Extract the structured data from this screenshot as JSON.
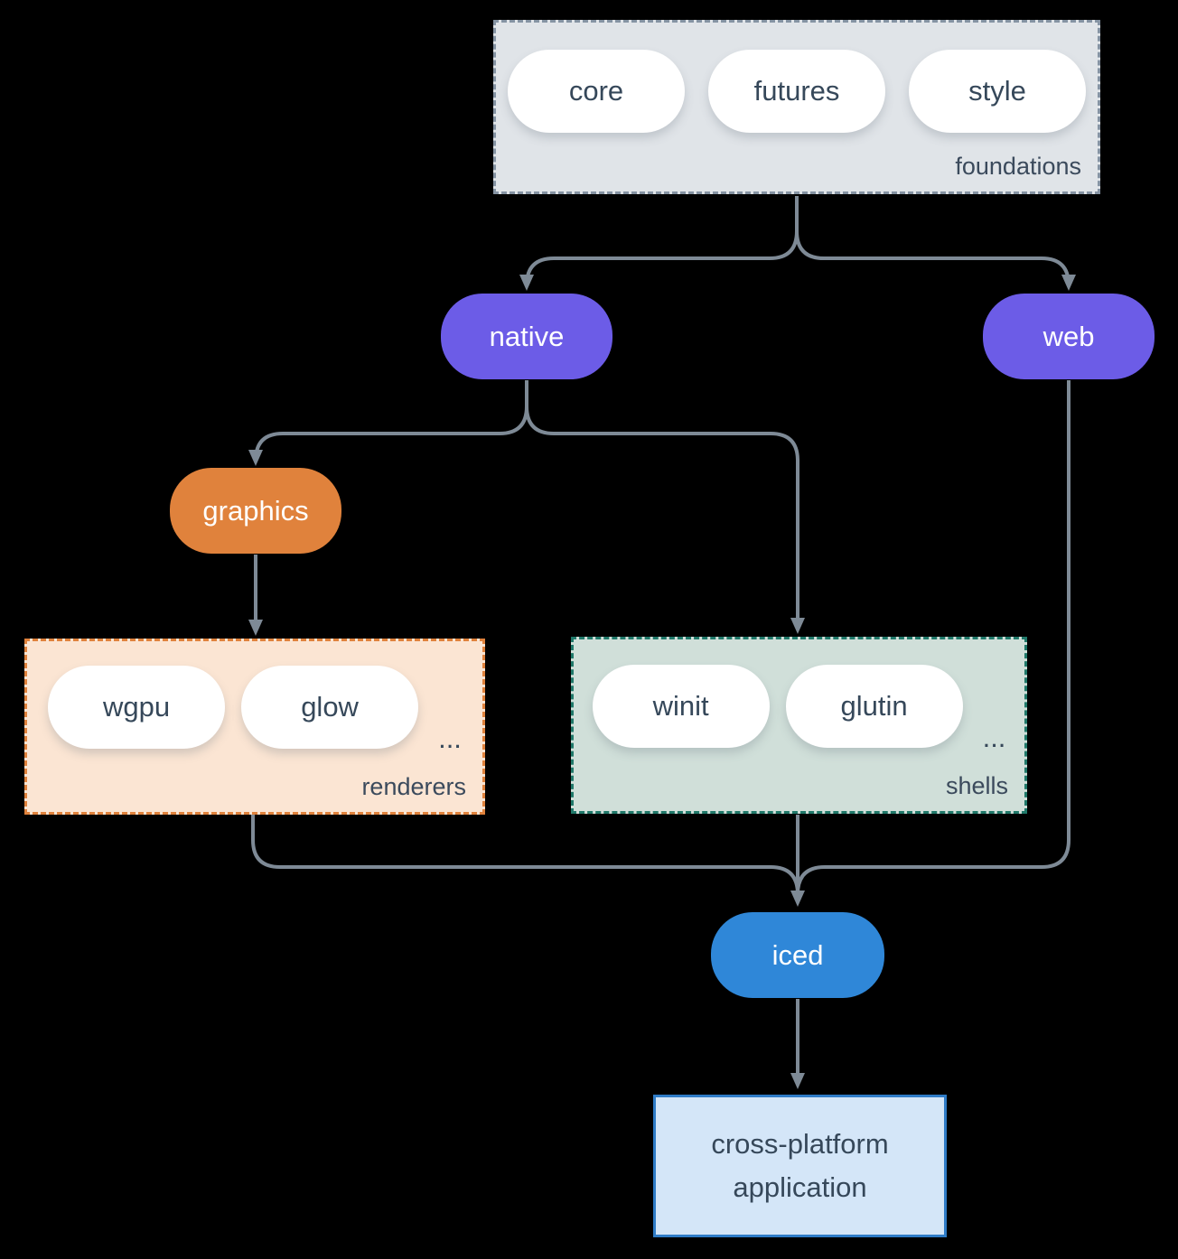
{
  "foundations": {
    "label": "foundations",
    "pills": [
      "core",
      "futures",
      "style"
    ]
  },
  "native": {
    "label": "native"
  },
  "web": {
    "label": "web"
  },
  "graphics": {
    "label": "graphics"
  },
  "renderers": {
    "label": "renderers",
    "pills": [
      "wgpu",
      "glow"
    ],
    "more": "..."
  },
  "shells": {
    "label": "shells",
    "pills": [
      "winit",
      "glutin"
    ],
    "more": "..."
  },
  "iced": {
    "label": "iced"
  },
  "application": {
    "label": "cross-platform application"
  },
  "colors": {
    "background": "#000000",
    "connector": "#7e8a96",
    "node_purple": "#6c5ce7",
    "node_orange": "#e0823c",
    "node_blue": "#2f87d8",
    "foundations_fill": "#e0e4e8",
    "foundations_border": "#8593a3",
    "renderers_fill": "#fbe5d3",
    "renderers_border": "#e0823c",
    "shells_fill": "#d0dfd9",
    "shells_border": "#20796a",
    "app_fill": "#d4e6f8",
    "app_border": "#2f7cc7",
    "pill_fill": "#ffffff",
    "text_dark": "#36485a"
  }
}
